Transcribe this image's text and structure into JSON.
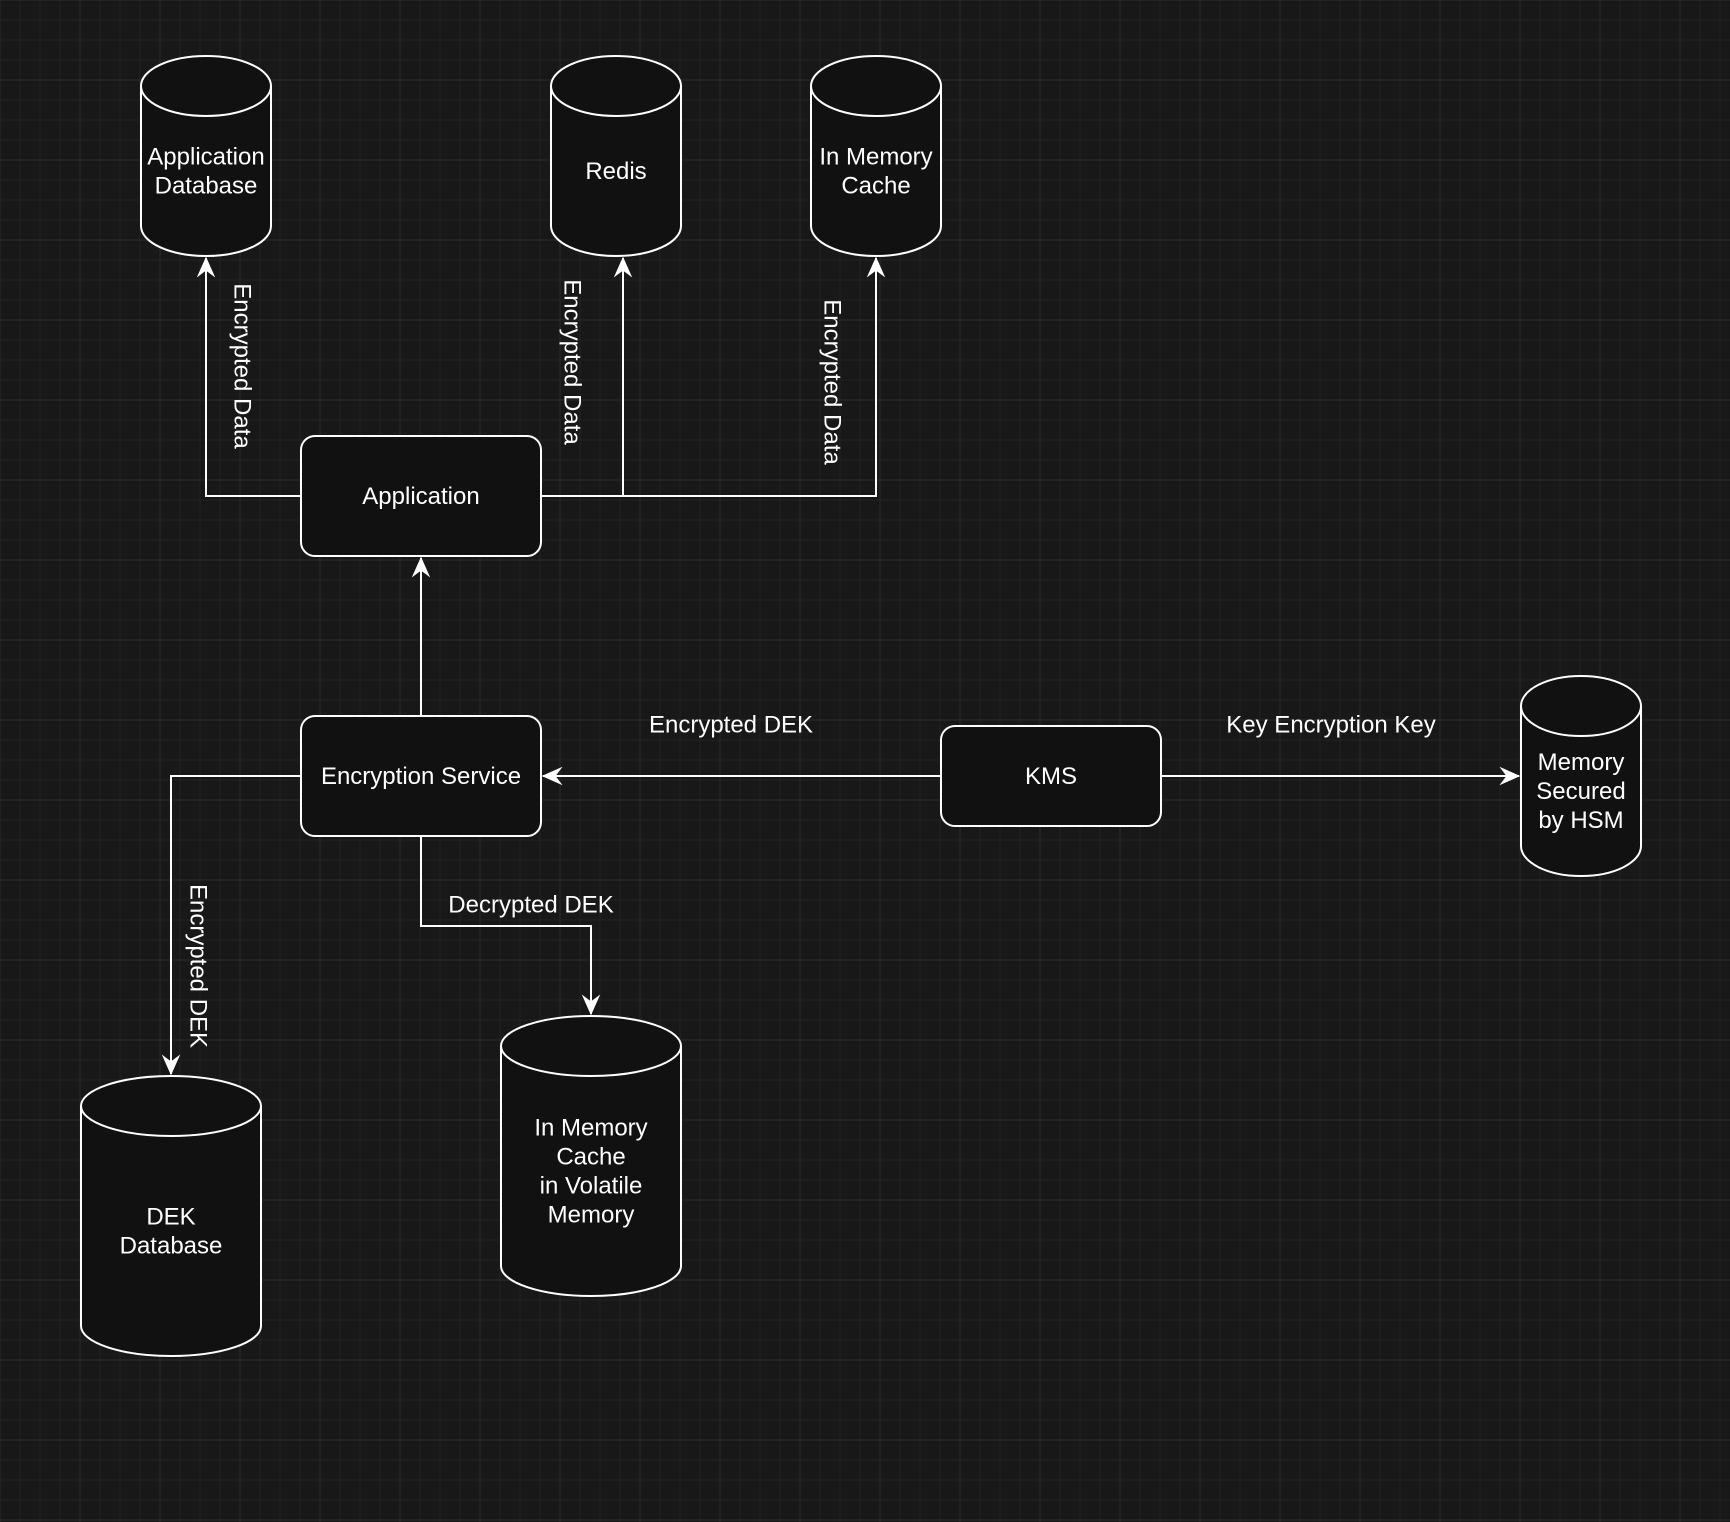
{
  "colors": {
    "background": "#181818",
    "grid_minor": "#222222",
    "grid_major": "#2c2c2c",
    "shape_fill": "#111111",
    "stroke": "#ffffff",
    "text": "#ffffff"
  },
  "nodes": {
    "application_database": {
      "shape": "cylinder",
      "lines": [
        "Application",
        "Database"
      ]
    },
    "redis": {
      "shape": "cylinder",
      "lines": [
        "Redis"
      ]
    },
    "in_memory_cache": {
      "shape": "cylinder",
      "lines": [
        "In Memory",
        "Cache"
      ]
    },
    "application": {
      "shape": "rounded-rect",
      "lines": [
        "Application"
      ]
    },
    "encryption_service": {
      "shape": "rounded-rect",
      "lines": [
        "Encryption Service"
      ]
    },
    "kms": {
      "shape": "rounded-rect",
      "lines": [
        "KMS"
      ]
    },
    "memory_hsm": {
      "shape": "cylinder",
      "lines": [
        "Memory",
        "Secured",
        "by HSM"
      ]
    },
    "dek_database": {
      "shape": "cylinder",
      "lines": [
        "DEK",
        "Database"
      ]
    },
    "volatile_cache": {
      "shape": "cylinder",
      "lines": [
        "In Memory",
        "Cache",
        "in Volatile",
        "Memory"
      ]
    }
  },
  "edges": [
    {
      "id": "application-to-application-database",
      "from": "application",
      "to": "application_database",
      "label": "Encrypted Data"
    },
    {
      "id": "application-to-redis",
      "from": "application",
      "to": "redis",
      "label": "Encrypted Data"
    },
    {
      "id": "application-to-in-memory-cache",
      "from": "application",
      "to": "in_memory_cache",
      "label": "Encrypted Data"
    },
    {
      "id": "encryption-service-to-application",
      "from": "encryption_service",
      "to": "application",
      "label": ""
    },
    {
      "id": "kms-to-encryption-service",
      "from": "kms",
      "to": "encryption_service",
      "label": "Encrypted DEK"
    },
    {
      "id": "kms-to-memory-hsm",
      "from": "kms",
      "to": "memory_hsm",
      "label": "Key Encryption Key"
    },
    {
      "id": "encryption-service-to-dek-database",
      "from": "encryption_service",
      "to": "dek_database",
      "label": "Encrypted DEK"
    },
    {
      "id": "encryption-service-to-volatile-cache",
      "from": "encryption_service",
      "to": "volatile_cache",
      "label": "Decrypted DEK"
    }
  ]
}
